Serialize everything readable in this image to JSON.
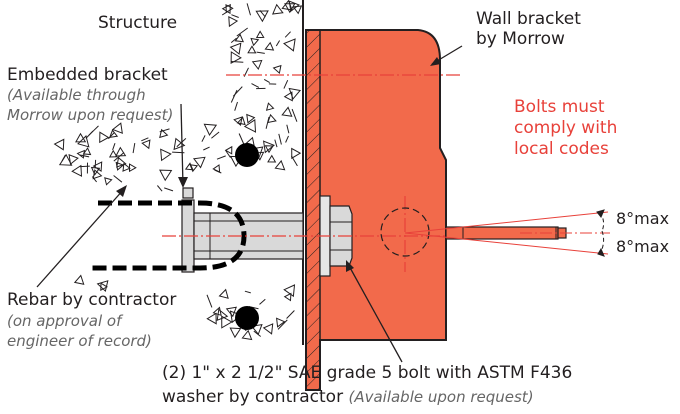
{
  "labels": {
    "structure": "Structure",
    "embedded_bracket": "Embedded bracket",
    "embedded_note_1": "(Available through",
    "embedded_note_2": "Morrow upon request)",
    "wall_bracket_1": "Wall bracket",
    "wall_bracket_2": "by Morrow",
    "bolts_1": "Bolts must",
    "bolts_2": "comply with",
    "bolts_3": "local codes",
    "angle_top": "8°max",
    "angle_bottom": "8°max",
    "rebar": "Rebar by contractor",
    "rebar_note_1": "(on approval of",
    "rebar_note_2": "engineer of record)",
    "bolt_spec_1": "(2) 1\" x 2 1/2\" SAE grade 5 bolt with ASTM F436",
    "bolt_spec_2": "washer by contractor ",
    "bolt_spec_note": "(Available upon request)"
  },
  "colors": {
    "bracket_fill": "#f26a4b",
    "bracket_stroke": "#231f20",
    "red_text": "#e8413a",
    "steel": "#d9d9d9",
    "line": "#231f20"
  }
}
